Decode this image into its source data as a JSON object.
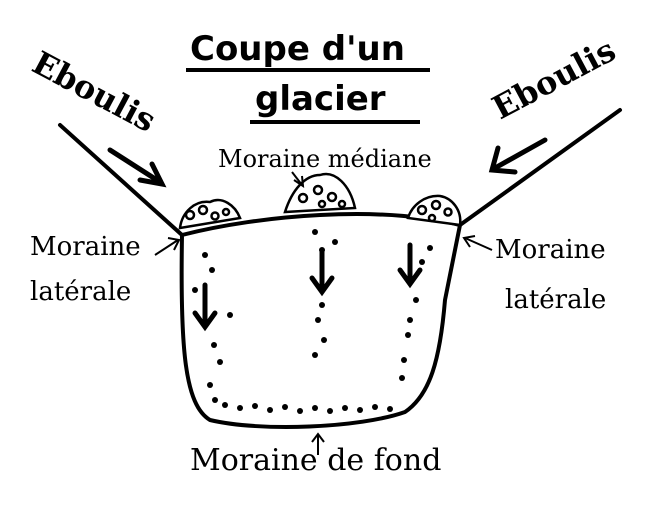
{
  "title_line1": "Coupe d'un",
  "title_line2": "glacier",
  "labels": {
    "eboulis_left": "Eboulis",
    "eboulis_right": "Eboulis",
    "moraine_mediane": "Moraine médiane",
    "moraine_laterale_left_1": "Moraine",
    "moraine_laterale_left_2": "latérale",
    "moraine_laterale_right_1": "Moraine",
    "moraine_laterale_right_2": "latérale",
    "moraine_fond": "Moraine de fond"
  },
  "colors": {
    "ink": "#000000",
    "paper": "#ffffff"
  }
}
